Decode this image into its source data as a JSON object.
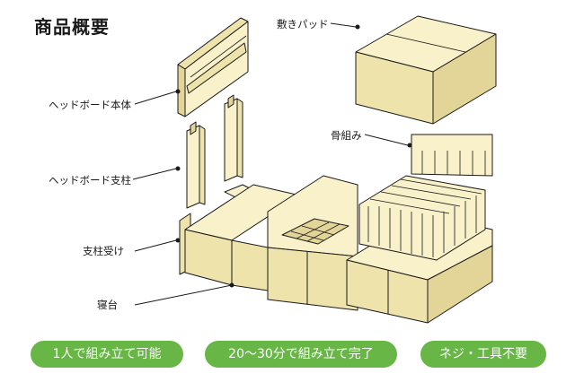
{
  "title": "商品概要",
  "parts": {
    "pad": "敷きパッド",
    "headboard_body": "ヘッドボード本体",
    "frame": "骨組み",
    "headboard_post": "ヘッドボード支柱",
    "post_holder": "支柱受け",
    "bed_base": "寝台"
  },
  "features": [
    "1人で組み立て可能",
    "20〜30分で組み立て完了",
    "ネジ・工具不要"
  ],
  "colors": {
    "cardboard": "#f9f1c9",
    "cardboard_side": "#efe3ac",
    "cardboard_dark": "#e3d597",
    "outline": "#1a1a1a",
    "feature_pill": "#67b646"
  }
}
